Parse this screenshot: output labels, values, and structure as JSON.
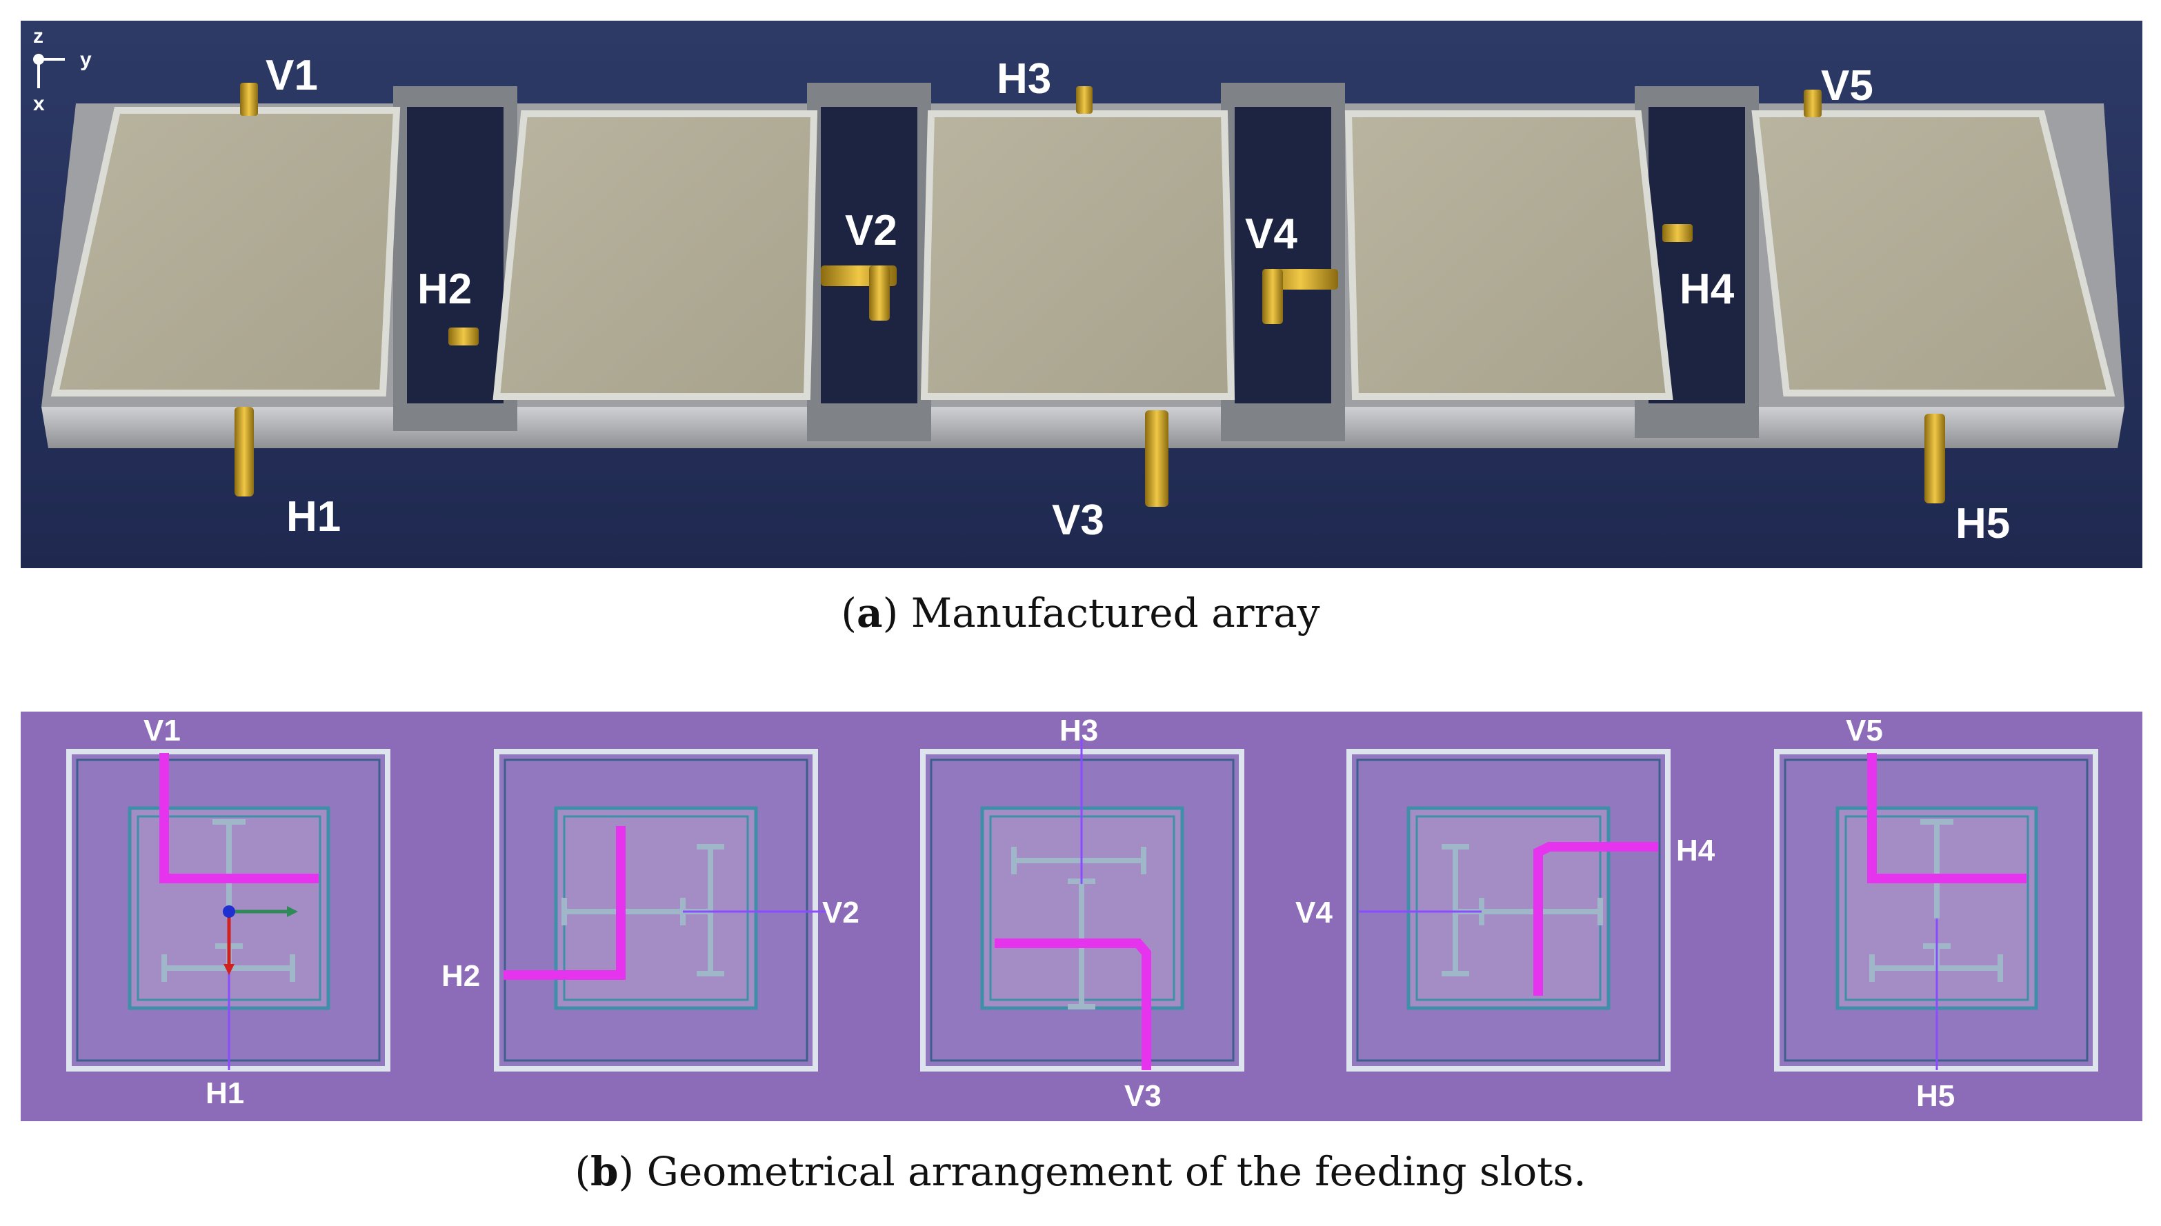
{
  "photo": {
    "axes": {
      "z": "z",
      "y": "y",
      "x": "x"
    },
    "port_labels": [
      "V1",
      "H1",
      "H2",
      "V2",
      "H3",
      "V3",
      "V4",
      "H4",
      "V5",
      "H5"
    ]
  },
  "captions": {
    "a_letter": "a",
    "a_text": "Manufactured array",
    "b_letter": "b",
    "b_text": "Geometrical arrangement of the feeding slots."
  },
  "layout": {
    "port_labels": [
      "V1",
      "H1",
      "H2",
      "V2",
      "H3",
      "V3",
      "V4",
      "H4",
      "V5",
      "H5"
    ]
  },
  "colors": {
    "photo_background": "#24305a",
    "panel_background": "#8c6cb8",
    "feed_line": "#e633ee",
    "slot": "#9fb7c8",
    "port_label": "#ffffff"
  }
}
